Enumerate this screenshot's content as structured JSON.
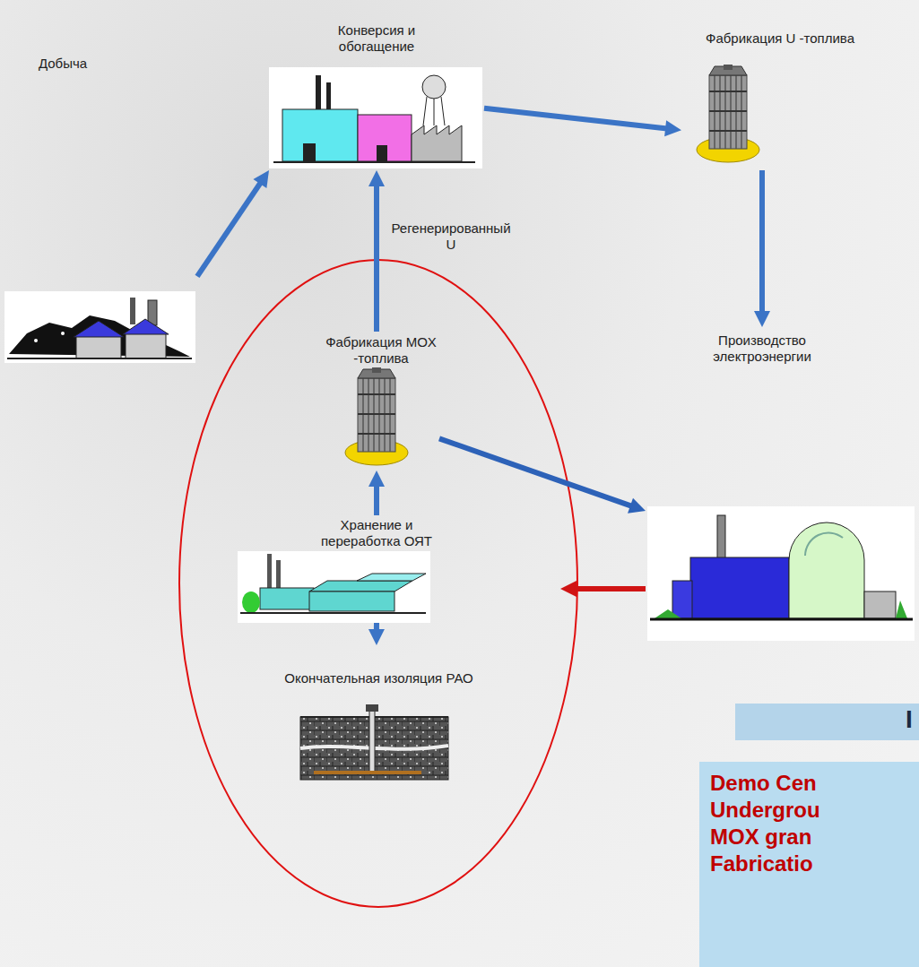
{
  "diagram": {
    "nodes": [
      {
        "text": [
          "Конверсия и обогащение"
        ]
      },
      {
        "text": [
          "Добыча"
        ]
      },
      {
        "text": [
          "Фабрикация U -топлива"
        ]
      },
      {
        "text": [
          "Производство электроэнергии"
        ]
      },
      {
        "text": [
          "Фабрикация MOX -топлива"
        ]
      },
      {
        "text": [
          "Хранение и переработка ОЯТ"
        ]
      },
      {
        "text": [
          "Окончательная изоляция РАО"
        ]
      }
    ],
    "edges": [
      {
        "from": 1,
        "to": 0,
        "arrow": "to"
      },
      {
        "from": 4,
        "to": 0,
        "label": "Регенерированный U",
        "arrow": "to"
      },
      {
        "from": 0,
        "to": 2,
        "arrow": "to"
      },
      {
        "from": 2,
        "to": 3,
        "arrow": "to"
      },
      {
        "from": 4,
        "to": 3,
        "arrow": "to"
      },
      {
        "from": 3,
        "to": 5,
        "arrow": "to"
      },
      {
        "from": 5,
        "to": 4,
        "arrow": "to"
      },
      {
        "from": 5,
        "to": 6,
        "arrow": "to"
      }
    ],
    "labels": [
      "I",
      "Demo Cen",
      "Undergrou",
      "MOX gran",
      "Fabricatio"
    ]
  }
}
